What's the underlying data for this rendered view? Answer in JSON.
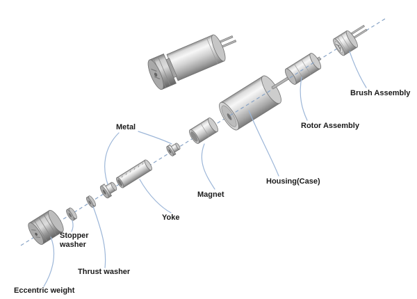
{
  "labels": {
    "metal": "Metal",
    "brush_assembly": "Brush Assembly",
    "rotor_assembly": "Rotor Assembly",
    "housing": "Housing(Case)",
    "magnet": "Magnet",
    "yoke": "Yoke",
    "stopper_washer": "Stopper washer",
    "thrust_washer": "Thrust washer",
    "eccentric_weight": "Eccentric weight"
  },
  "colors": {
    "leader_line": "#9cb6d8",
    "axis_line": "#87a3c6",
    "label_text": "#1a1a1a"
  }
}
